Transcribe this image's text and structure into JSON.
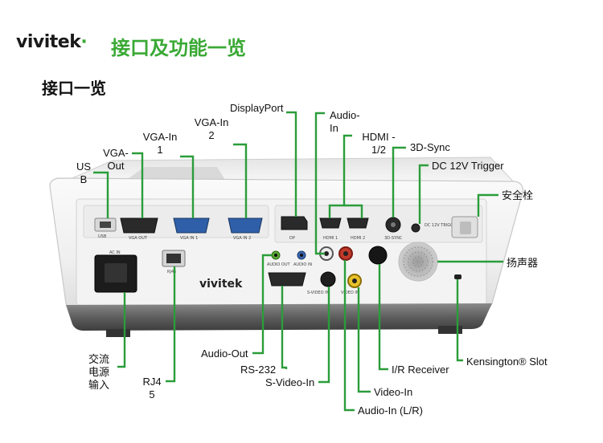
{
  "brand": {
    "name": "vivitek"
  },
  "heading": "接口及功能一览",
  "subheading": "接口一览",
  "projector": {
    "logo": "vivitek",
    "panel_labels": {
      "usb": "USB",
      "vga_out": "VGA OUT",
      "vga_in1": "VGA IN 1",
      "vga_in2": "VGA IN 2",
      "dp": "DP",
      "hdmi1": "HDMI 1",
      "hdmi2": "HDMI 2",
      "sync3d": "3D-SYNC",
      "dc": "DC 12V TRIGGER",
      "ac": "AC IN",
      "rj45": "RJ45",
      "audio_out": "AUDIO OUT",
      "audio_in": "AUDIO IN",
      "svideo": "S-VIDEO IN",
      "video": "VIDEO IN"
    }
  },
  "callouts": {
    "usb": [
      "US",
      "B"
    ],
    "vga_out": [
      "VGA-",
      "Out"
    ],
    "vga_in1": [
      "VGA-In",
      "1"
    ],
    "vga_in2": [
      "VGA-In",
      "2"
    ],
    "displayport": "DisplayPort",
    "audio_in": [
      "Audio-",
      "In"
    ],
    "hdmi": [
      "HDMI -",
      "1/2"
    ],
    "sync3d": "3D-Sync",
    "dc_trigger": "DC 12V Trigger",
    "security": "安全栓",
    "speaker": "扬声器",
    "kensington": "Kensington® Slot",
    "ir_receiver": "I/R Receiver",
    "video_in": "Video-In",
    "audio_in_lr": "Audio-In (L/R)",
    "svideo_in": "S-Video-In",
    "rs232": "RS-232",
    "audio_out": "Audio-Out",
    "rj45": [
      "RJ4",
      "5"
    ],
    "ac_input": [
      "交流",
      "电源",
      "输入"
    ]
  }
}
